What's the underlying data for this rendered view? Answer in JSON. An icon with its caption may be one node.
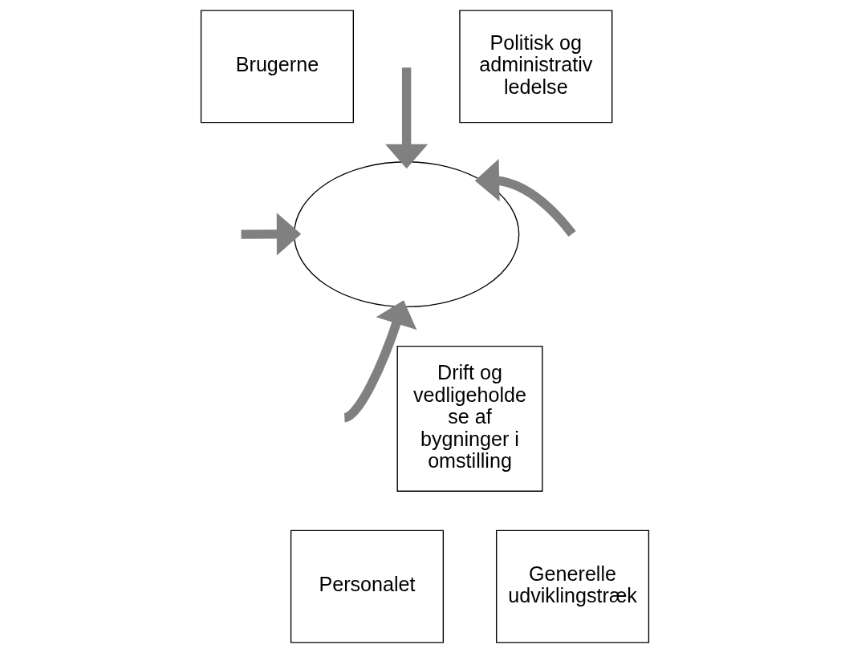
{
  "diagram": {
    "nodes": [
      {
        "text": [
          "Brugerne"
        ]
      },
      {
        "text": [
          "Politisk og administrativ ledelse"
        ]
      },
      {
        "text": [],
        "shape": "ellipse"
      },
      {
        "text": [
          "Drift og vedligeholde se af bygninger i omstilling"
        ]
      },
      {
        "text": [
          "Personalet"
        ]
      },
      {
        "text": [
          "Generelle udviklingstræk"
        ]
      }
    ],
    "edges": [
      {
        "from": null,
        "to": 2,
        "arrow": "to",
        "color": "#808080"
      },
      {
        "from": null,
        "to": 2,
        "arrow": "to",
        "color": "#808080"
      },
      {
        "from": null,
        "to": 2,
        "arrow": "to",
        "color": "#808080"
      },
      {
        "from": null,
        "to": 2,
        "arrow": "to",
        "color": "#808080"
      }
    ]
  }
}
